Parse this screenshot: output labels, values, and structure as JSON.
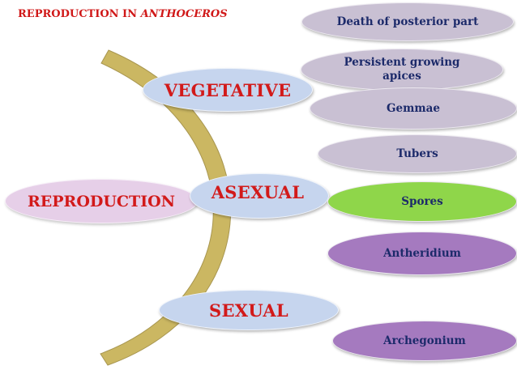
{
  "title": {
    "main": "REPRODUCTION IN ",
    "italic": "ANTHOCEROS"
  },
  "nodes": {
    "reproduction": "REPRODUCTION",
    "vegetative": "VEGETATIVE",
    "asexual": "ASEXUAL",
    "sexual": "SEXUAL"
  },
  "leaves": {
    "death": "Death of posterior part",
    "persistent": "Persistent growing apices",
    "gemmae": "Gemmae",
    "tubers": "Tubers",
    "spores": "Spores",
    "antheridium": "Antheridium",
    "archegonium": "Archegonium"
  },
  "colors": {
    "title": "#d01818",
    "node_fill": "#c6d5ee",
    "reproduction_fill": "#e6cfe8",
    "leaf_fill": "#c9c0d3",
    "leaf_text": "#1c2a6a",
    "spores_fill": "#8fd64a",
    "sexual_leaf_fill": "#a57abf",
    "arc": "#cbb762"
  }
}
